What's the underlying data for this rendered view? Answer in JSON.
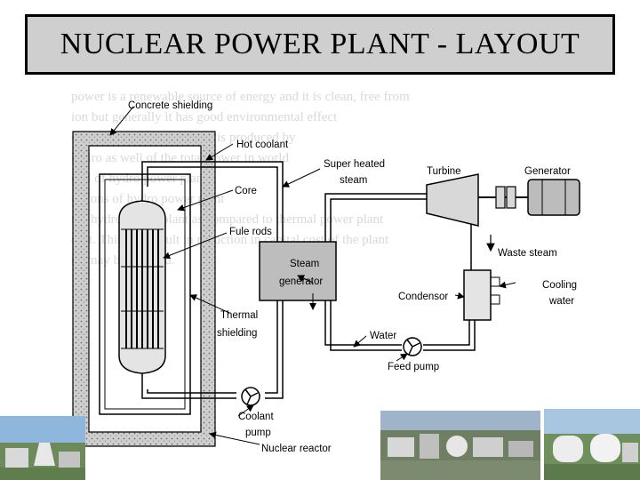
{
  "title": "NUCLEAR POWER PLANT - LAYOUT",
  "background_text": [
    "power is a renewable source of energy and it is clean, free from",
    "ion but generally it has good environmental effect",
    "of total power in the world is produced by",
    "hydro as well of the total power in world",
    "",
    "",
    "",
    "ntal of hydro power plant",
    "",
    "cations of hydro power plant",
    "",
    "the hydro power plant as compared to thermal power plant",
    "cost. This will result in reduction in capital cost of the plant",
    "en may be reduced."
  ],
  "labels": {
    "concrete_shielding": "Concrete shielding",
    "hot_coolant": "Hot coolant",
    "super_heated_steam_1": "Super heated",
    "super_heated_steam_2": "steam",
    "turbine": "Turbine",
    "generator": "Generator",
    "core": "Core",
    "fule_rods": "Fule rods",
    "waste_steam": "Waste steam",
    "steam_generator_1": "Steam",
    "steam_generator_2": "generator",
    "condensor": "Condensor",
    "cooling_water_1": "Cooling",
    "cooling_water_2": "water",
    "thermal_shielding_1": "Thermal",
    "thermal_shielding_2": "shielding",
    "water": "Water",
    "feed_pump": "Feed pump",
    "coolant_pump_1": "Coolant",
    "coolant_pump_2": "pump",
    "nuclear_reactor": "Nuclear reactor"
  },
  "colors": {
    "title_bg": "#cfcfcf",
    "shield_fill": "#c8c8c8",
    "steam_gen_fill": "#bdbdbd",
    "line": "#000000"
  },
  "photos": [
    "plant-photo-left",
    "plant-photo-middle",
    "plant-photo-right"
  ]
}
